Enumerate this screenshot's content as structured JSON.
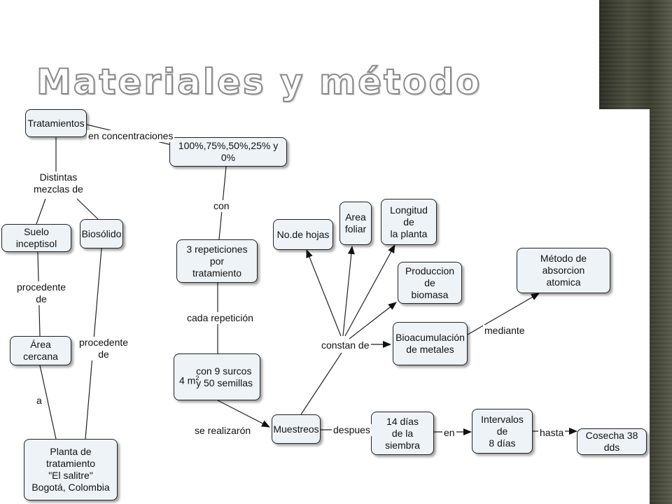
{
  "title": "Materiales y método",
  "nodes": {
    "tratamientos": "Tratamientos",
    "concentraciones": "100%,75%,50%,25% y 0%",
    "suelo": "Suelo inceptisol",
    "biosolido": "Biosólido",
    "repeticiones": "3 repeticiones por\ntratamiento",
    "surcos": "con 9 surcos\ny 50 semillas",
    "area_cercana": "Área cercana",
    "planta": "Planta de tratamiento\n\"El salitre\"\nBogotá, Colombia",
    "hojas": "No.de hojas",
    "area_foliar": "Area\nfoliar",
    "longitud": "Longitud de\nla planta",
    "biomasa": "Produccion de\nbiomasa",
    "bioacumulacion": "Bioacumulación\nde metales",
    "absorcion": "Método de absorcion\natomica",
    "muestreos": "Muestreos",
    "dias14": "14 días\nde la siembra",
    "intervalos": "Intervalos de\n8 días",
    "cosecha": "Cosecha 38 dds"
  },
  "m2": {
    "base": "4 m",
    "exp": "2"
  },
  "labels": {
    "en_concentraciones": "en concentraciones",
    "mezclas": "Distintas\nmezclas de",
    "con": "con",
    "procedente_1": "procedente\nde",
    "procedente_2": "procedente\nde",
    "a": "a",
    "cada_repeticion": "cada repetición",
    "se_realizaron": "se realizarón",
    "constan_de": "constan de",
    "mediante": "mediante",
    "despues": "despues",
    "en": "en",
    "hasta": "hasta"
  }
}
